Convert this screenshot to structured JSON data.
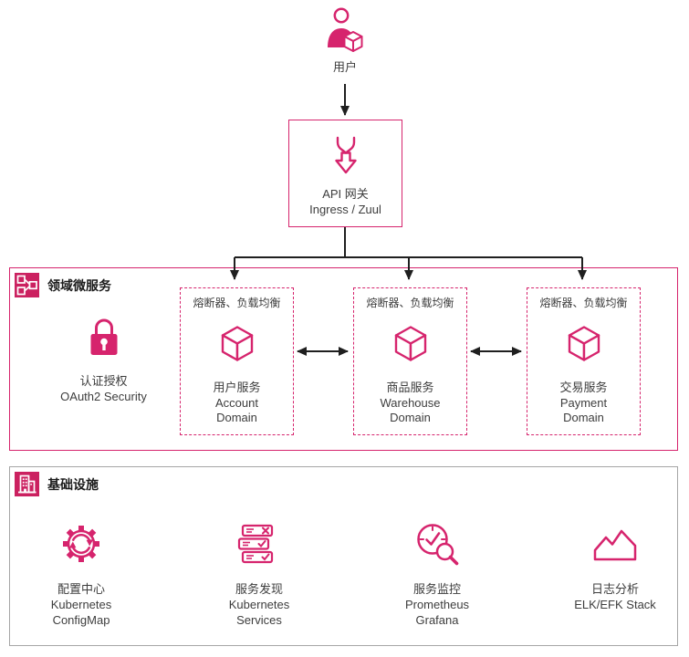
{
  "palette": {
    "accent": "#d6246d",
    "header_icon_bg": "#cb2160",
    "arrow": "#1f1f1f",
    "infra_border": "#a6a6a6",
    "text": "#3d3d3d"
  },
  "user": {
    "label": "用户"
  },
  "gateway": {
    "line1": "API 网关",
    "line2": "Ingress / Zuul"
  },
  "domain_section": {
    "title": "领域微服务",
    "auth": {
      "lines": [
        "认证授权",
        "OAuth2 Security"
      ]
    },
    "services": [
      {
        "badge": "熔断器、负载均衡",
        "lines": [
          "用户服务",
          "Account",
          "Domain"
        ]
      },
      {
        "badge": "熔断器、负载均衡",
        "lines": [
          "商品服务",
          "Warehouse",
          "Domain"
        ]
      },
      {
        "badge": "熔断器、负载均衡",
        "lines": [
          "交易服务",
          "Payment",
          "Domain"
        ]
      }
    ]
  },
  "infra_section": {
    "title": "基础设施",
    "items": [
      {
        "lines": [
          "配置中心",
          "Kubernetes",
          "ConfigMap"
        ]
      },
      {
        "lines": [
          "服务发现",
          "Kubernetes",
          "Services"
        ]
      },
      {
        "lines": [
          "服务监控",
          "Prometheus",
          "Grafana"
        ]
      },
      {
        "lines": [
          "日志分析",
          "ELK/EFK Stack"
        ]
      }
    ]
  }
}
